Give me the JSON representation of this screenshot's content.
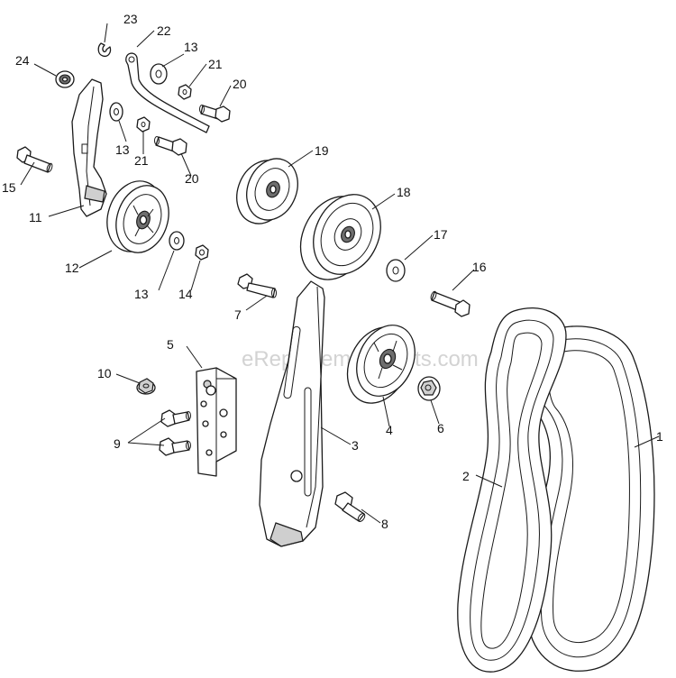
{
  "watermark": "eReplacementParts.com",
  "callouts": {
    "c1": "1",
    "c2": "2",
    "c3": "3",
    "c4": "4",
    "c5": "5",
    "c6": "6",
    "c7": "7",
    "c8": "8",
    "c9": "9",
    "c10": "10",
    "c11": "11",
    "c12": "12",
    "c13a": "13",
    "c13b": "13",
    "c13c": "13",
    "c14": "14",
    "c15": "15",
    "c16": "16",
    "c17": "17",
    "c18": "18",
    "c19": "19",
    "c20a": "20",
    "c20b": "20",
    "c21a": "21",
    "c21b": "21",
    "c22": "22",
    "c23": "23",
    "c24": "24"
  },
  "colors": {
    "line": "#1a1a1a",
    "background": "#ffffff",
    "watermark": "#d3d3d3"
  }
}
